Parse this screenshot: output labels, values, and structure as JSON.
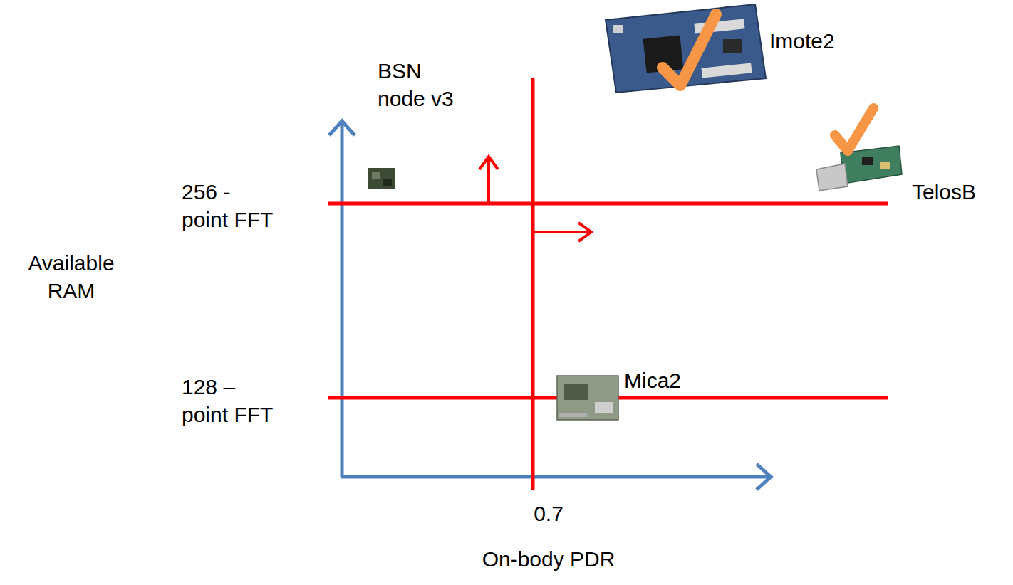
{
  "diagram": {
    "labels": [
      "Imote2",
      "BSN node v3",
      "TelosB",
      "256 - point FFT",
      "Available RAM",
      "128 – point FFT",
      "Mica2",
      "0.7",
      "On-body PDR"
    ]
  }
}
